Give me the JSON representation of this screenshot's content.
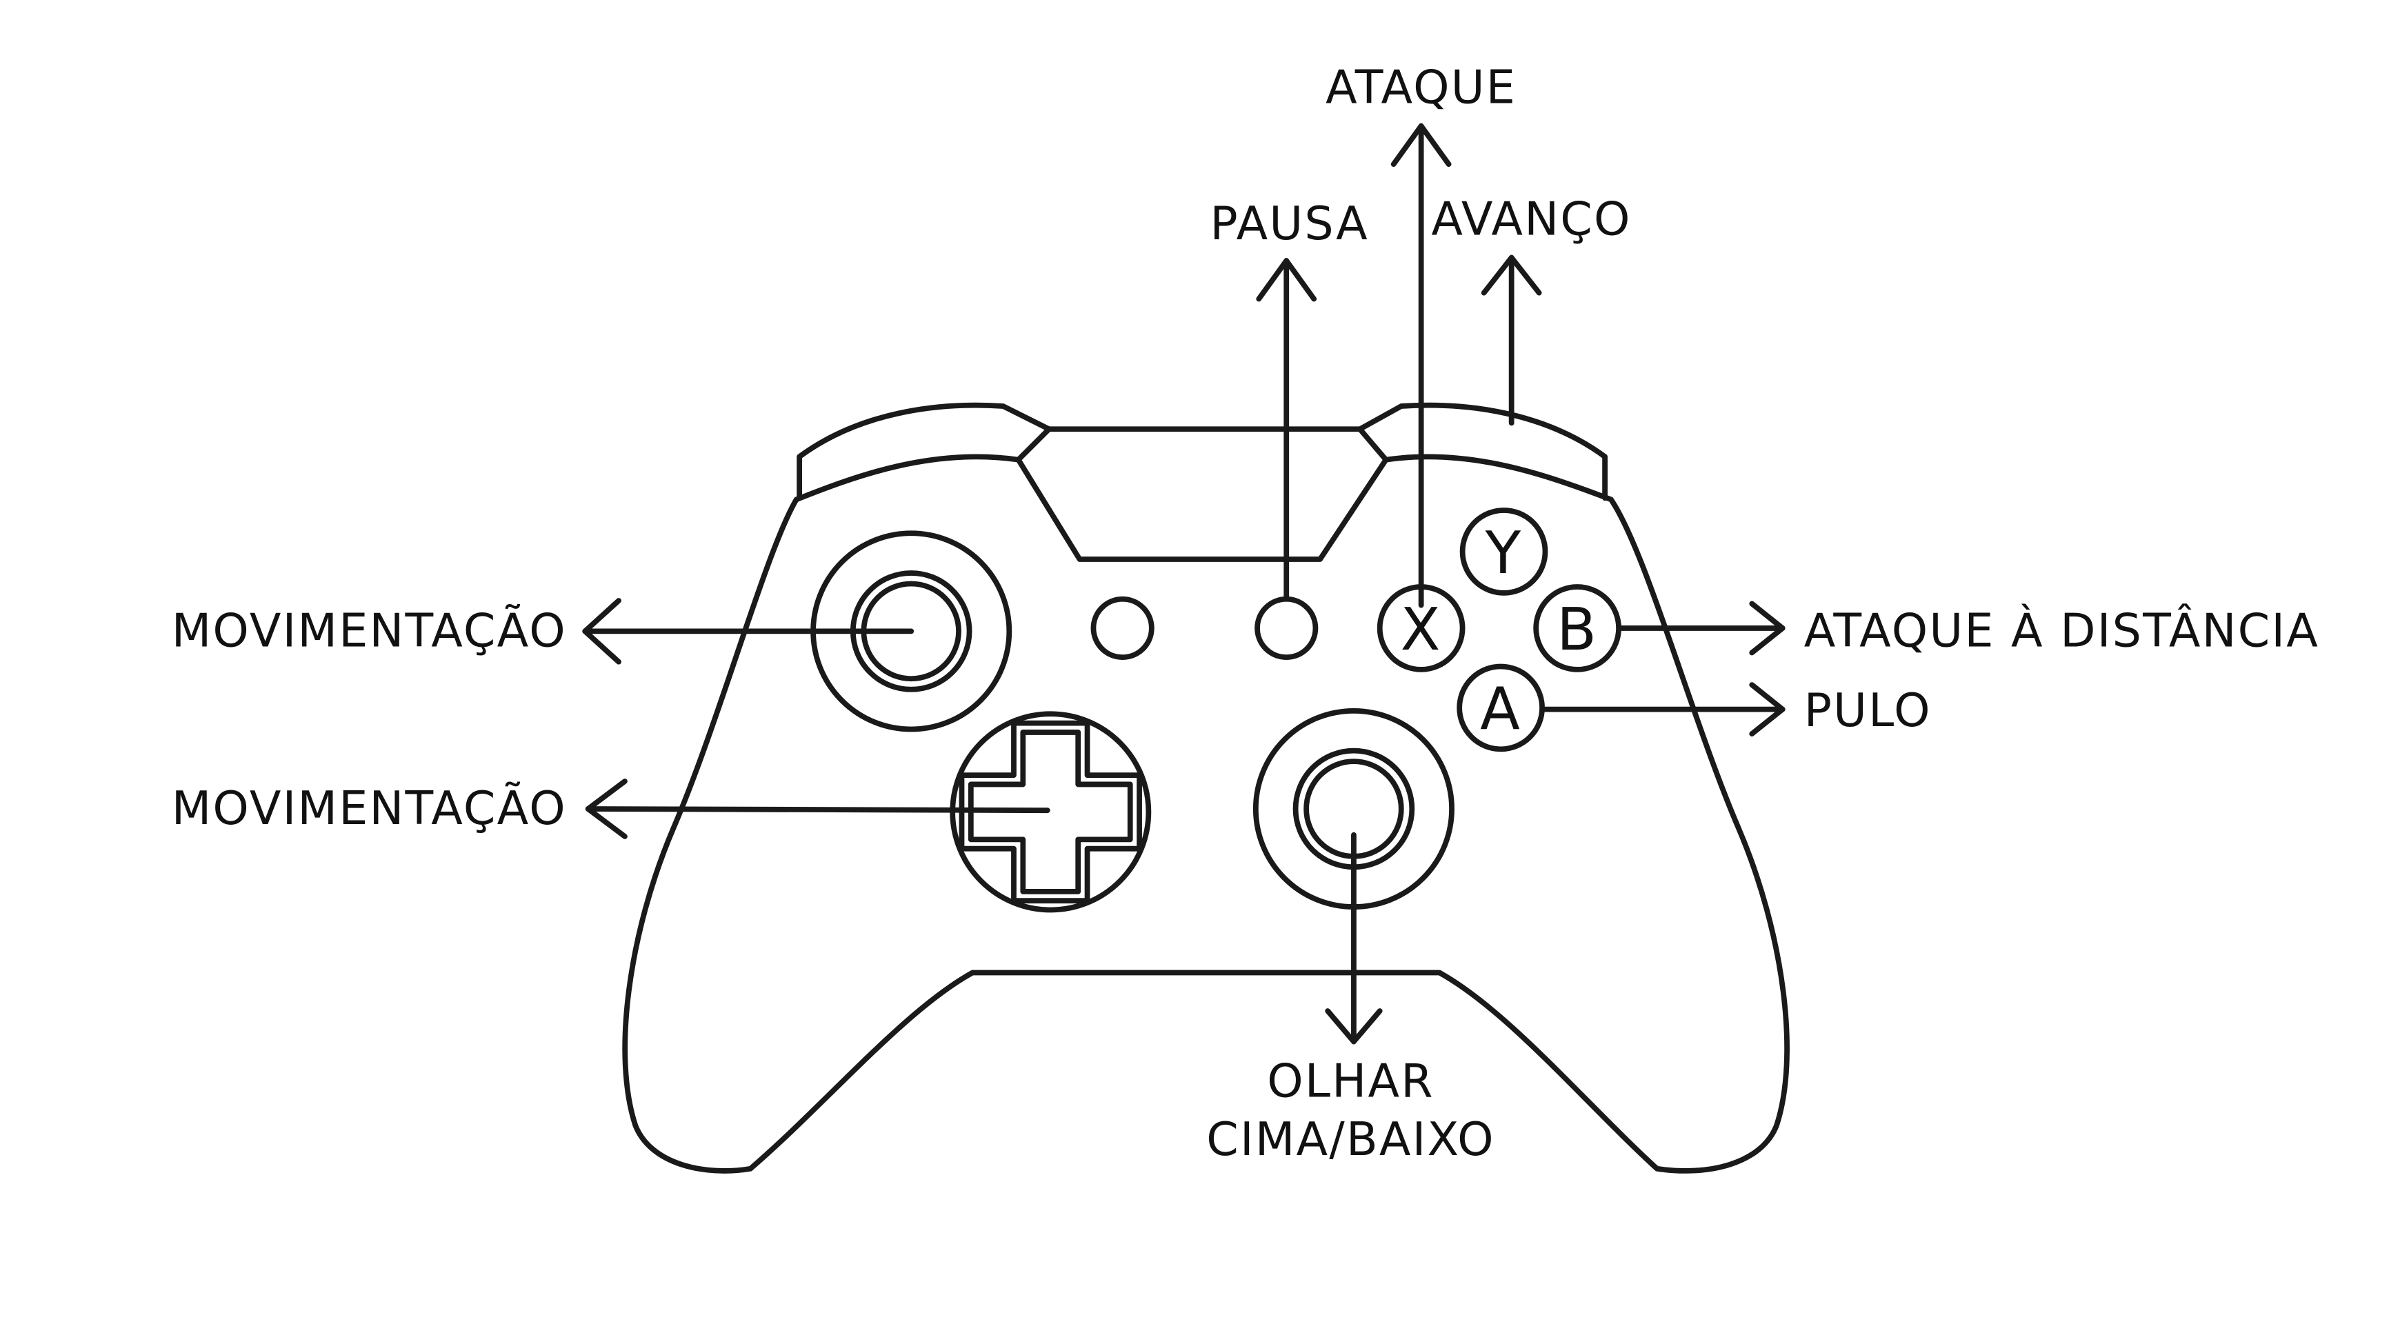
{
  "diagram": {
    "labels": {
      "left_stick": "MOVIMENTAÇÃO",
      "dpad": "MOVIMENTAÇÃO",
      "x_button": "ATAQUE",
      "menu_button": "PAUSA",
      "right_bumper": "AVANÇO",
      "b_button": "ATAQUE À DISTÂNCIA",
      "a_button": "PULO",
      "right_stick_line1": "OLHAR",
      "right_stick_line2": "CIMA/BAIXO"
    },
    "face_buttons": {
      "y": "Y",
      "x": "X",
      "b": "B",
      "a": "A"
    },
    "colors": {
      "line": "#1a1a1a",
      "background": "#ffffff"
    }
  }
}
